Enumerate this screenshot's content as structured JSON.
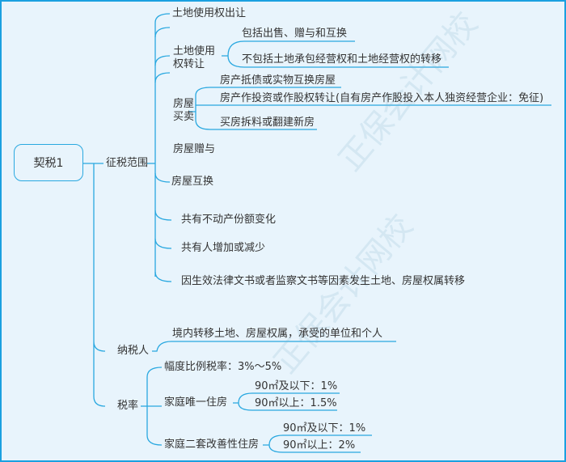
{
  "root": "契税1",
  "scope": {
    "label": "征税范围",
    "land_grant": "土地使用权出让",
    "land_transfer": {
      "label_line1": "土地使用",
      "label_line2": "权转让",
      "items": [
        "包括出售、赠与和互换",
        "不包括土地承包经营权和土地经营权的转移"
      ]
    },
    "house_sale": {
      "label_line1": "房屋",
      "label_line2": "买卖",
      "items": [
        "房产抵债或实物互换房屋",
        "房产作投资或作股权转让(自有房产作股投入本人独资经营企业：免征)",
        "买房拆料或翻建新房"
      ]
    },
    "others": [
      "房屋赠与",
      "房屋互换",
      "共有不动产份额变化",
      "共有人增加或减少",
      "因生效法律文书或者监察文书等因素发生土地、房屋权属转移"
    ]
  },
  "taxpayer": {
    "label": "纳税人",
    "desc": "境内转移土地、房屋权属，承受的单位和个人"
  },
  "rate": {
    "label": "税率",
    "range": "幅度比例税率：3%～5%",
    "only_home": {
      "label": "家庭唯一住房",
      "items": [
        "90㎡及以下：1%",
        "90㎡以上：1.5%"
      ]
    },
    "second_home": {
      "label": "家庭二套改善性住房",
      "items": [
        "90㎡及以下：1%",
        "90㎡以上：2%"
      ]
    }
  },
  "colors": {
    "line": "#29a8e0",
    "background": "#e8f4fc",
    "border": "#1aa0e0"
  }
}
